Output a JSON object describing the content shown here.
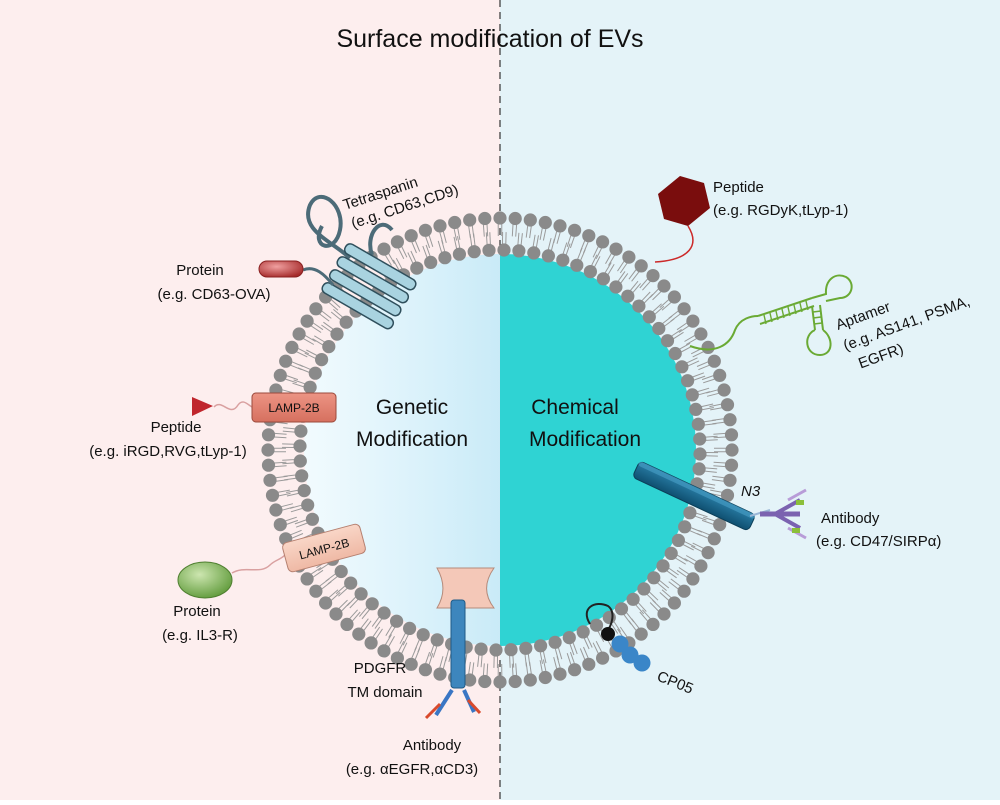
{
  "title": "Surface modification of EVs",
  "colors": {
    "left_bg": "#fdeeee",
    "right_bg": "#e4f3f8",
    "interior_left_edge": "#eaf7fc",
    "interior_left_mid": "#a8dcf0",
    "interior_right": "#2fd3d3",
    "membrane_head": "#8a8a8a",
    "tail": "#9a9a9a"
  },
  "sides": {
    "genetic": {
      "line1": "Genetic",
      "line2": "Modification"
    },
    "chemical": {
      "line1": "Chemical",
      "line2": "Modification"
    }
  },
  "labels": {
    "tetraspanin": {
      "line1": "Tetraspanin",
      "line2": "(e.g. CD63,CD9)"
    },
    "protein_ova": {
      "line1": "Protein",
      "line2": "(e.g. CD63-OVA)"
    },
    "peptide_left": {
      "line1": "Peptide",
      "line2": "(e.g. iRGD,RVG,tLyp-1)"
    },
    "protein_il3": {
      "line1": "Protein",
      "line2": "(e.g. IL3-R)"
    },
    "pdgfr": {
      "line1": "PDGFR",
      "line2": "TM domain"
    },
    "antibody_left": {
      "line1": "Antibody",
      "line2": "(e.g. αEGFR,αCD3)"
    },
    "peptide_right": {
      "line1": "Peptide",
      "line2": "(e.g. RGDyK,tLyp-1)"
    },
    "aptamer": {
      "line1": "Aptamer",
      "line2": "(e.g. AS141, PSMA,",
      "line3": "EGFR)"
    },
    "n3": "N3",
    "antibody_right": {
      "line1": "Antibody",
      "line2": "(e.g. CD47/SIRPα)"
    },
    "cp05": "CP05",
    "lamp_upper": "LAMP-2B",
    "lamp_lower": "LAMP-2B"
  }
}
